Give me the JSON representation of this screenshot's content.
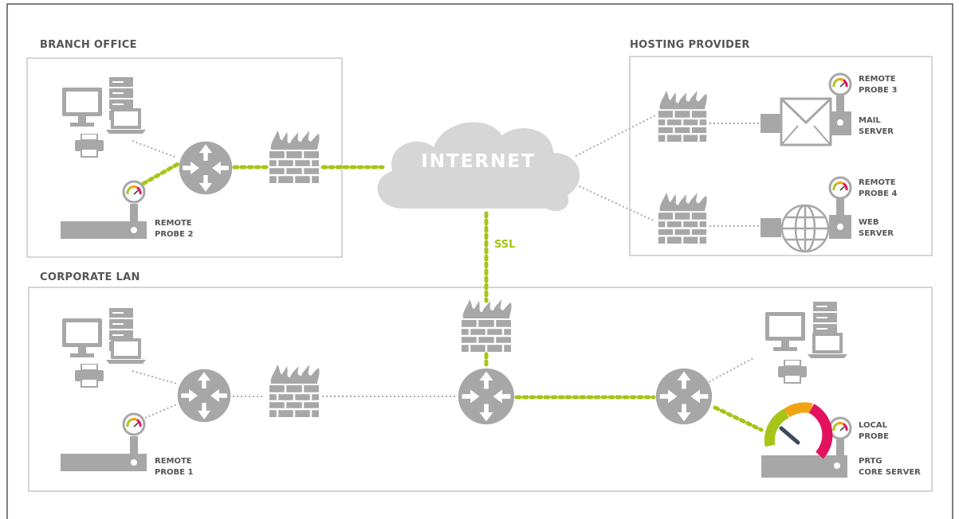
{
  "sections": {
    "branch_office": "BRANCH OFFICE",
    "hosting_provider": "HOSTING PROVIDER",
    "corporate_lan": "CORPORATE LAN"
  },
  "cloud": {
    "label": "INTERNET"
  },
  "ssl_label": "SSL",
  "probes": {
    "remote_probe_2": [
      "REMOTE",
      "PROBE 2"
    ],
    "remote_probe_3": [
      "REMOTE",
      "PROBE 3"
    ],
    "remote_probe_4": [
      "REMOTE",
      "PROBE 4"
    ],
    "remote_probe_1": [
      "REMOTE",
      "PROBE 1"
    ],
    "local_probe": [
      "LOCAL",
      "PROBE"
    ]
  },
  "servers": {
    "mail_server": [
      "MAIL",
      "SERVER"
    ],
    "web_server": [
      "WEB",
      "SERVER"
    ],
    "core_server": [
      "PRTG",
      "CORE SERVER"
    ]
  },
  "colors": {
    "icon_gray": "#a7a7a7",
    "accent_green": "#a8c418",
    "dotted_gray": "#aaaaaa",
    "box_border": "#c8c8c8"
  },
  "icons": [
    "computer-icon",
    "server-stack-icon",
    "laptop-icon",
    "printer-icon",
    "router-icon",
    "firewall-icon",
    "gauge-icon",
    "cloud-icon",
    "mail-icon",
    "globe-icon",
    "probe-device-icon"
  ]
}
